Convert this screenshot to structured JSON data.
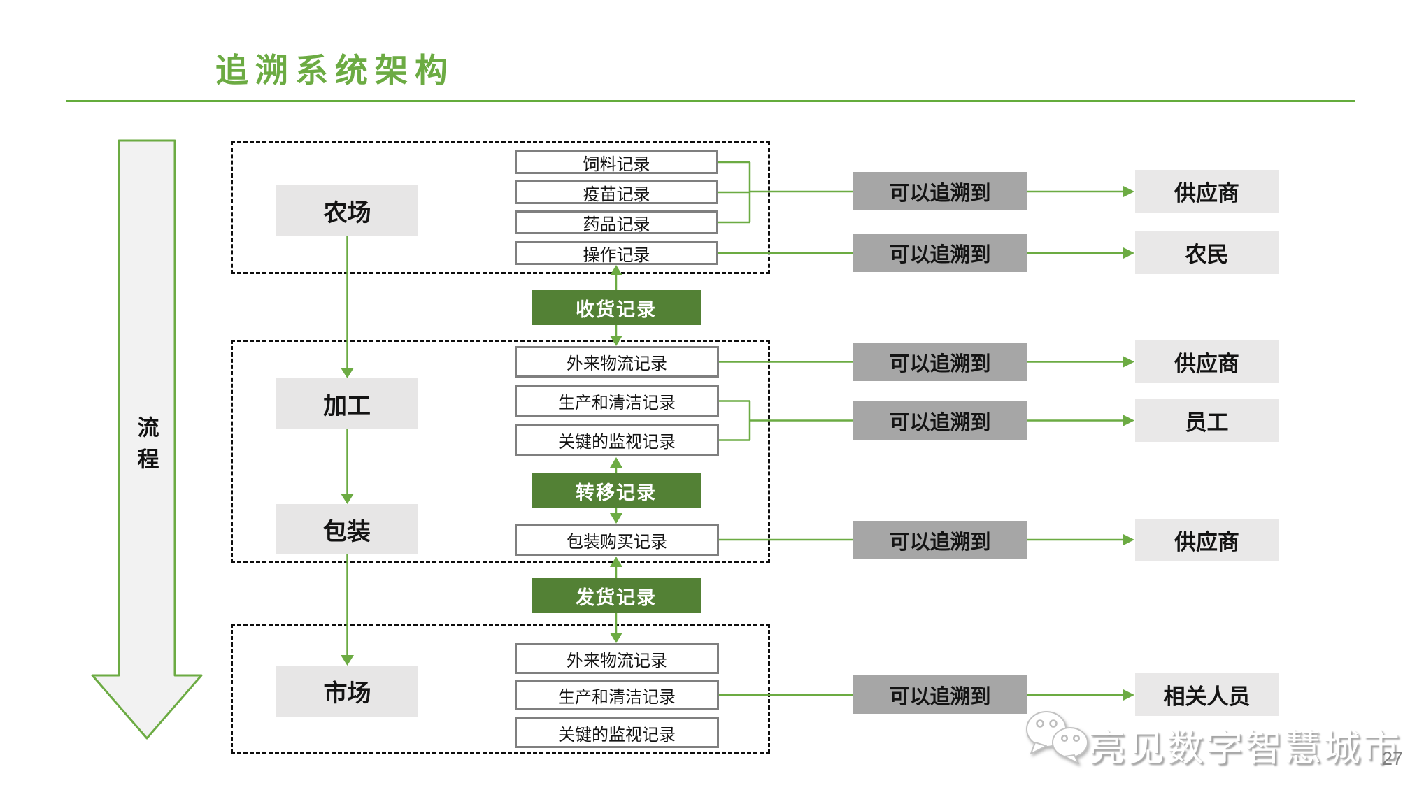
{
  "title": "追溯系统架构",
  "flow_arrow": {
    "label": "流程"
  },
  "stages": {
    "farm": {
      "label": "农场"
    },
    "processing": {
      "label": "加工"
    },
    "packaging": {
      "label": "包装"
    },
    "market": {
      "label": "市场"
    }
  },
  "records": {
    "farm": [
      "饲料记录",
      "疫苗记录",
      "药品记录",
      "操作记录"
    ],
    "processing": [
      "外来物流记录",
      "生产和清洁记录",
      "关键的监视记录"
    ],
    "packaging": [
      "包装购买记录"
    ],
    "market": [
      "外来物流记录",
      "生产和清洁记录",
      "关键的监视记录"
    ]
  },
  "link_records": {
    "receiving": "收货记录",
    "transfer": "转移记录",
    "shipping": "发货记录"
  },
  "trace_label": "可以追溯到",
  "trace_targets": [
    "供应商",
    "农民",
    "供应商",
    "员工",
    "供应商",
    "相关人员"
  ],
  "footer": {
    "watermark": "亮见数字智慧城市",
    "page_number": "27"
  },
  "colors": {
    "accent_green": "#6cab43",
    "dark_green": "#538135",
    "trace_gray": "#a6a6a6",
    "stage_gray": "#e7e6e6",
    "record_border": "#7f7f7f"
  }
}
